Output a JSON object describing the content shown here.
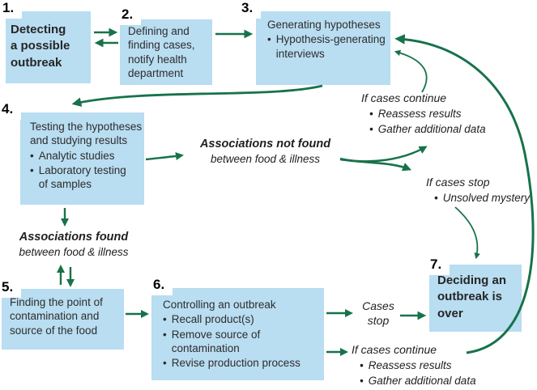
{
  "title": "Outbreak investigation steps flowchart",
  "colors": {
    "box_fill": "#b9ddf1",
    "arrow_green": "#17724a",
    "number_color": "#000000",
    "box_text": "#2d2d2d"
  },
  "bullet_glyph": "•",
  "boxes": [
    {
      "number": "1.",
      "text": "Detecting\na possible\noutbreak"
    },
    {
      "number": "2.",
      "text": "Defining and\nfinding cases,\nnotify health\ndepartment"
    },
    {
      "number": "3.",
      "title": "Generating hypotheses",
      "bullets": [
        "Hypothesis-generating\ninterviews"
      ]
    },
    {
      "number": "4.",
      "title": "Testing the hypotheses\nand studying results",
      "bullets": [
        "Analytic studies",
        "Laboratory testing\nof samples"
      ]
    },
    {
      "number": "5.",
      "text": "Finding the point of\ncontamination and\nsource of the food"
    },
    {
      "number": "6.",
      "title": "Controlling an outbreak",
      "bullets": [
        "Recall product(s)",
        "Remove source of\ncontamination",
        "Revise production process"
      ]
    },
    {
      "number": "7.",
      "text": "Deciding an\noutbreak is\nover"
    }
  ],
  "annotations": {
    "associations_not_found": {
      "title": "Associations not found",
      "subtitle": "between food & illness"
    },
    "if_cases_continue_top": {
      "title": "If cases continue",
      "bullets": [
        "Reassess results",
        "Gather additional data"
      ]
    },
    "if_cases_stop": {
      "title": "If cases stop",
      "bullets": [
        "Unsolved mystery"
      ]
    },
    "associations_found": {
      "title": "Associations found",
      "subtitle": "between food & illness"
    },
    "cases_stop": {
      "text": "Cases\nstop"
    },
    "if_cases_continue_bottom": {
      "title": "If cases continue",
      "bullets": [
        "Reassess results",
        "Gather additional data"
      ]
    }
  }
}
